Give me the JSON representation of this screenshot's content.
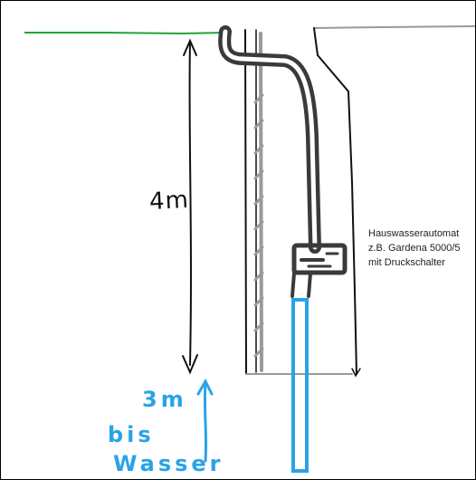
{
  "diagram": {
    "depth_label": "4m",
    "water_note": [
      "3m",
      "bis",
      "Wasser"
    ],
    "pump_caption": [
      "Hauswasserautomat",
      "z.B. Gardena 5000/5",
      "mit Druckschalter"
    ]
  },
  "colors": {
    "ground": "#1fa43a",
    "ink": "#111111",
    "pipe": "#3a3a3a",
    "ladder": "#9a9a9a",
    "water_pipe": "#2aa3e6"
  },
  "icons": [
    "double-arrow-icon",
    "up-arrow-icon",
    "pump-icon"
  ]
}
